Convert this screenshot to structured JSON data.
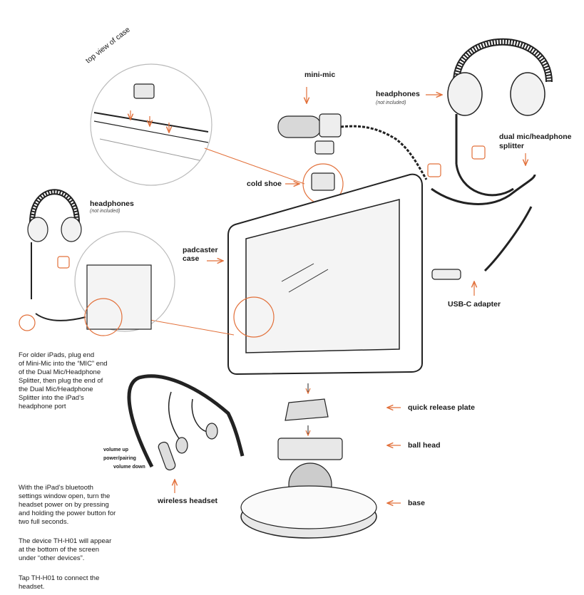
{
  "labels": {
    "top_view": "top view of case",
    "mini_mic": "mini-mic",
    "headphones_right": "headphones",
    "not_included_right": "(not included)",
    "splitter_line1": "dual mic/headphone",
    "splitter_line2": "splitter",
    "cold_shoe": "cold shoe",
    "headphones_left": "headphones",
    "not_included_left": "(not included)",
    "padcaster_line1": "padcaster",
    "padcaster_line2": "case",
    "usb_c": "USB-C adapter",
    "quick_release": "quick release plate",
    "ball_head": "ball head",
    "base": "base",
    "wireless_headset": "wireless headset",
    "volume_up": "volume up",
    "power_pairing": "power/pairing",
    "volume_down": "volume down"
  },
  "instructions": {
    "older_ipads": [
      "For older iPads, plug end",
      "of Mini-Mic into the “MIC” end",
      "of the Dual Mic/Headphone",
      "Splitter, then plug the end of",
      "the Dual Mic/Headphone",
      "Splitter into the iPad’s",
      "headphone port"
    ],
    "bluetooth": [
      "With the iPad’s bluetooth",
      "settings window open, turn the",
      "headset power on by pressing",
      "and holding the power button for",
      "two full seconds."
    ],
    "device": [
      "The device TH-H01 will appear",
      "at the bottom of the screen",
      "under “other devices”."
    ],
    "connect": [
      "Tap TH-H01 to connect the",
      "headset."
    ]
  },
  "colors": {
    "accent": "#e2703a",
    "line": "#1a1a1a"
  }
}
